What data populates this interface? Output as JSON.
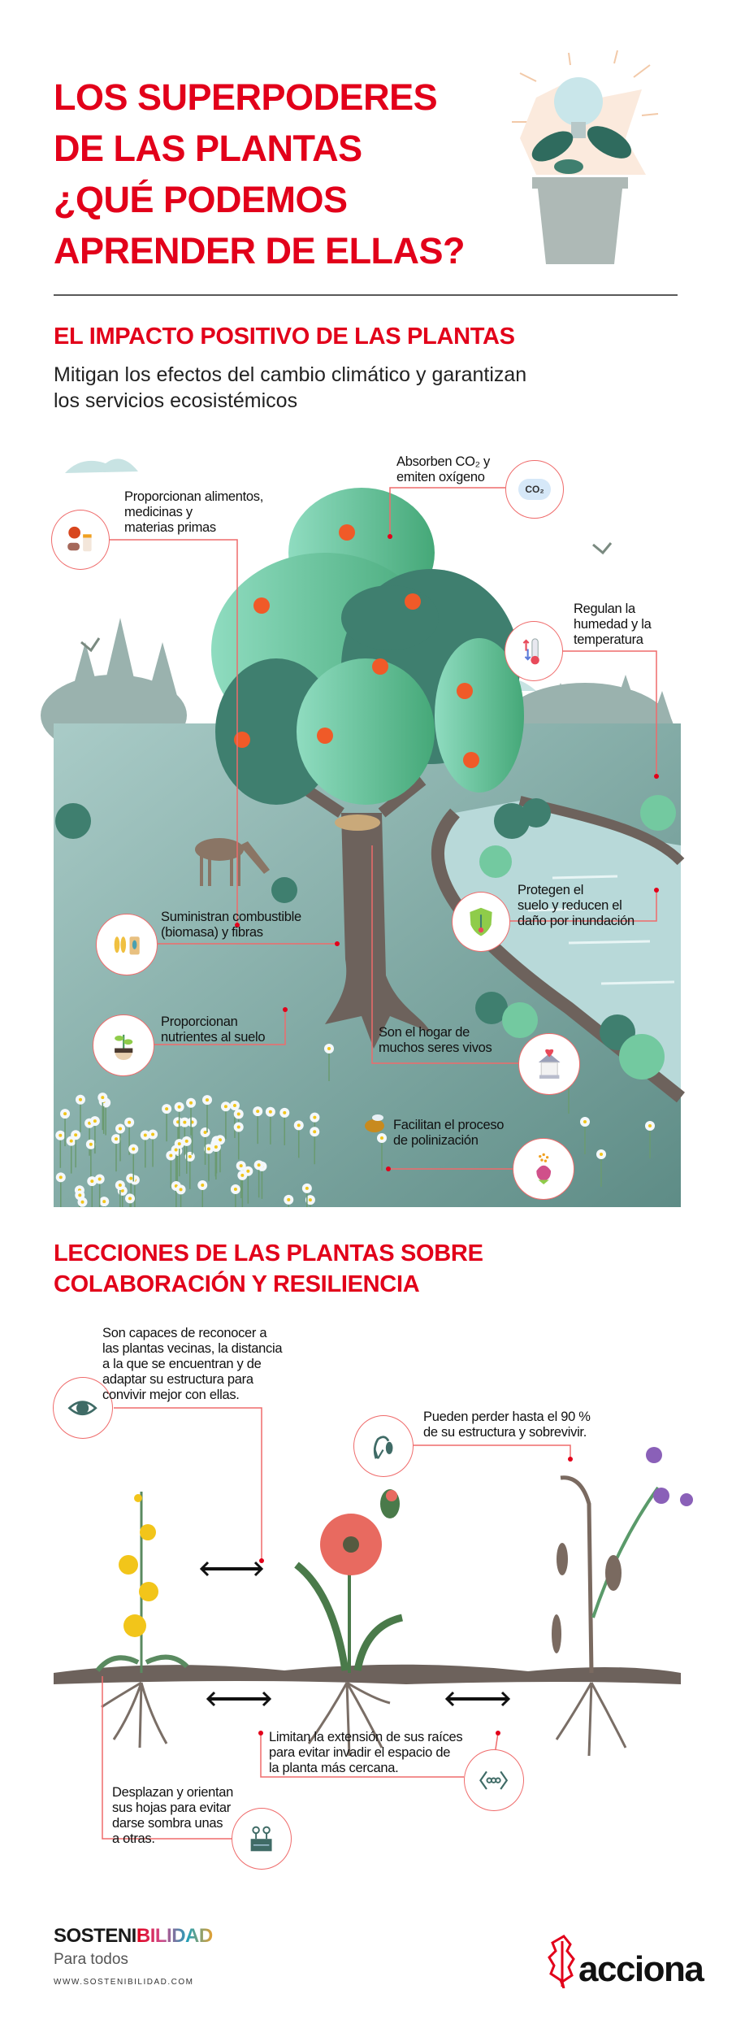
{
  "header": {
    "title_lines": [
      "LOS SUPERPODERES",
      "DE LAS PLANTAS",
      "¿QUÉ PODEMOS",
      "APRENDER DE ELLAS?"
    ]
  },
  "section1": {
    "heading": "EL IMPACTO POSITIVO DE LAS PLANTAS",
    "subtitle_lines": [
      "Mitigan los efectos del cambio climático y garantizan",
      "los servicios ecosistémicos"
    ],
    "callouts": [
      {
        "lines": [
          "Proporcionan alimentos,",
          "medicinas y",
          "materias primas"
        ],
        "icon": "food-medicine-wood-icon"
      },
      {
        "lines": [
          "Absorben CO₂ y",
          "emiten oxígeno"
        ],
        "icon": "co2-cloud-icon",
        "icon_text": "CO₂"
      },
      {
        "lines": [
          "Regulan la",
          "humedad y la",
          "temperatura"
        ],
        "icon": "thermometer-icon"
      },
      {
        "lines": [
          "Protegen el",
          "suelo y reducen el",
          "daño por inundación"
        ],
        "icon": "shield-plant-icon"
      },
      {
        "lines": [
          "Suministran combustible",
          "(biomasa) y fibras"
        ],
        "icon": "biomass-icon"
      },
      {
        "lines": [
          "Proporcionan",
          "nutrientes al suelo"
        ],
        "icon": "sprout-soil-icon"
      },
      {
        "lines": [
          "Son el hogar de",
          "muchos seres vivos"
        ],
        "icon": "birdhouse-icon"
      },
      {
        "lines": [
          "Facilitan el proceso",
          "de polinización"
        ],
        "icon": "pollination-flower-icon"
      }
    ]
  },
  "section2": {
    "heading_lines": [
      "LECCIONES DE LAS PLANTAS SOBRE",
      "COLABORACIÓN Y RESILIENCIA"
    ],
    "callouts": [
      {
        "lines": [
          "Son capaces de reconocer a",
          "las plantas vecinas, la distancia",
          "a la que se encuentran y de",
          "adaptar su estructura para",
          "convivir mejor con ellas."
        ],
        "icon": "eye-icon"
      },
      {
        "lines": [
          "Pueden perder hasta el 90 %",
          "de su estructura y sobrevivir."
        ],
        "icon": "wilted-plant-icon"
      },
      {
        "lines": [
          "Limitan la extensión de sus raíces",
          "para evitar invadir el espacio de",
          "la planta más cercana."
        ],
        "icon": "code-brackets-icon"
      },
      {
        "lines": [
          "Desplazan y orientan",
          "sus hojas para evitar",
          "darse sombra unas",
          "a otras."
        ],
        "icon": "planter-icon"
      }
    ]
  },
  "footer": {
    "brand_a": "SOSTENI",
    "brand_b": "BILIDAD",
    "tagline": "Para todos",
    "url": "WWW.SOSTENIBILIDAD.COM",
    "logo_text": "acciona"
  },
  "colors": {
    "accent": "#e2001a",
    "callout_line": "#ef6b6b",
    "ground": "#8fb5b1",
    "canopy": "#4a9a7a"
  }
}
